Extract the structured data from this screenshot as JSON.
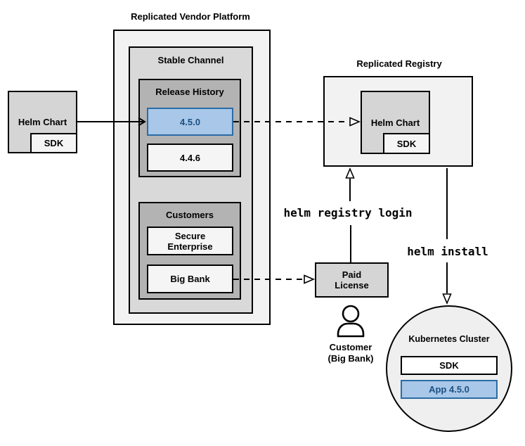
{
  "vendor_platform": {
    "title": "Replicated Vendor Platform",
    "stable_channel": {
      "label": "Stable Channel",
      "release_history": {
        "label": "Release History",
        "releases": [
          "4.5.0",
          "4.4.6"
        ]
      },
      "customers": {
        "label": "Customers",
        "items": [
          "Secure Enterprise",
          "Big Bank"
        ]
      }
    }
  },
  "source_chart": {
    "label": "Helm Chart",
    "sdk": "SDK"
  },
  "registry": {
    "title": "Replicated Registry",
    "helm_chart": {
      "label": "Helm Chart",
      "sdk": "SDK"
    }
  },
  "paid_license": {
    "label": "Paid License"
  },
  "customer": {
    "line1": "Customer",
    "line2": "(Big Bank)"
  },
  "commands": {
    "registry_login": "helm registry login",
    "install": "helm install"
  },
  "cluster": {
    "title": "Kubernetes Cluster",
    "sdk": "SDK",
    "app": "App 4.5.0"
  },
  "colors": {
    "highlight_fill": "#a9c7e8",
    "highlight_border": "#2a6ca6",
    "highlight_text": "#1a5084",
    "container_light": "#f2f2f2",
    "container_mid": "#d9d9d9",
    "container_dark": "#b3b3b3",
    "node_gray": "#d5d5d5",
    "node_white": "#f5f5f5"
  }
}
